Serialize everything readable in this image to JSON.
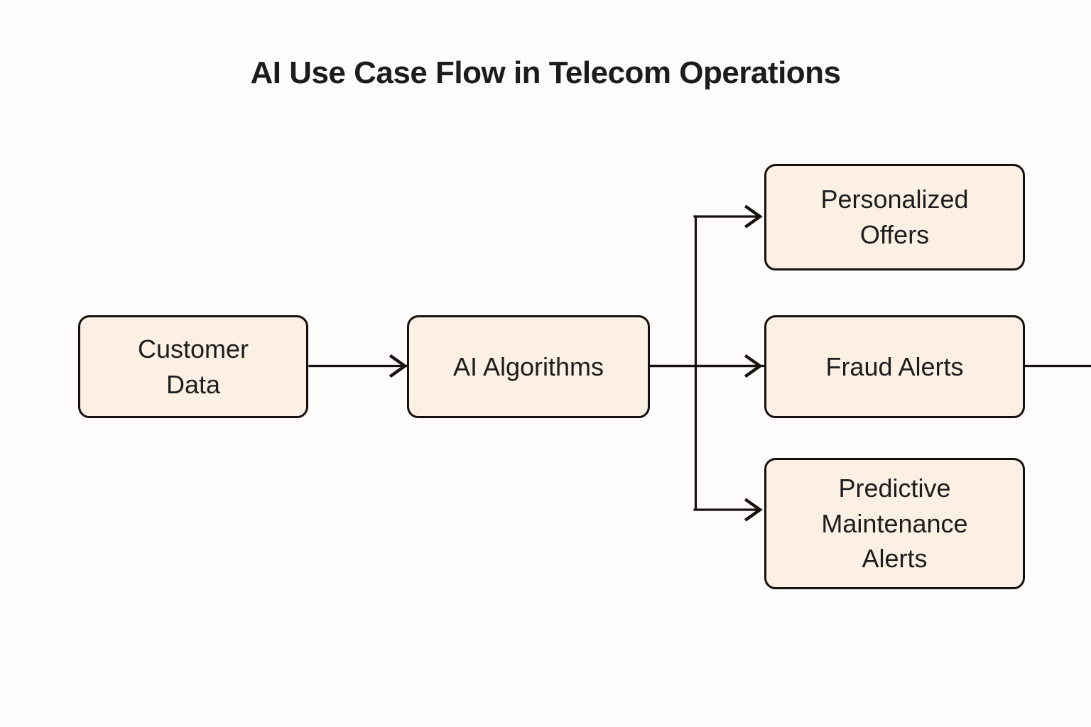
{
  "diagram": {
    "title": "AI Use Case Flow in Telecom Operations",
    "background_color": "#fdfcfa",
    "node_fill_color": "#fbf0e3",
    "node_border_color": "#14110f",
    "text_color": "#1d1d1d",
    "edge_color": "#14110f",
    "nodes": [
      {
        "id": "customer-data",
        "label": "Customer\nData"
      },
      {
        "id": "ai-algorithms",
        "label": "AI Algorithms"
      },
      {
        "id": "personalized-offers",
        "label": "Personalized\nOffers"
      },
      {
        "id": "fraud-alerts",
        "label": "Fraud Alerts"
      },
      {
        "id": "predictive-maintenance",
        "label": "Predictive\nMaintenance\nAlerts"
      }
    ],
    "edges": [
      {
        "id": "edge-customer-to-ai",
        "from": "customer-data",
        "to": "ai-algorithms"
      },
      {
        "id": "edge-ai-to-personalized",
        "from": "ai-algorithms",
        "to": "personalized-offers"
      },
      {
        "id": "edge-ai-to-fraud",
        "from": "ai-algorithms",
        "to": "fraud-alerts"
      },
      {
        "id": "edge-ai-to-predictive",
        "from": "ai-algorithms",
        "to": "predictive-maintenance"
      }
    ]
  }
}
